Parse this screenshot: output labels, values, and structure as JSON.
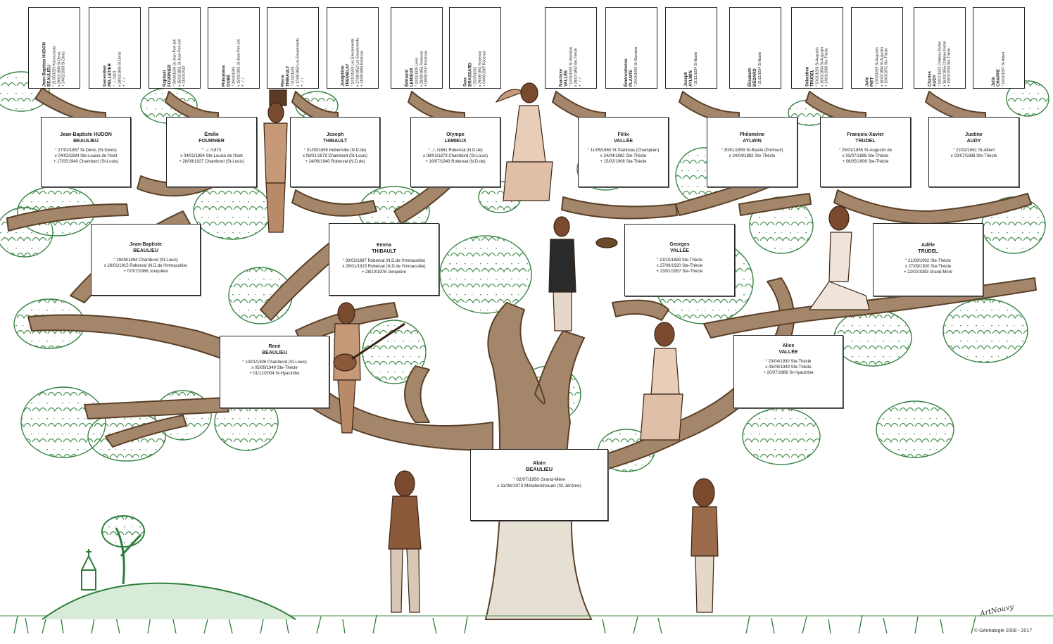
{
  "colors": {
    "trunk": "#a4876a",
    "foliage": "#2e7d3a",
    "box_border": "#222222",
    "skin": "#7a4a2e"
  },
  "boxes": {
    "root": {
      "name": "Alain",
      "surname": "BEAULIEU",
      "e1": "° 02/07/1950 Grand-Mère",
      "e2": "x 11/08/1973 Métabetchouan (St-Jérôme)"
    },
    "p_rene": {
      "name": "René",
      "surname": "BEAULIEU",
      "e1": "° 10/01/1926 Chambord (St-Louis)",
      "e2": "x 05/09/1949 Ste-Thècle",
      "e3": "+ 01/12/2004 St-Hyacinthe"
    },
    "p_alice": {
      "name": "Alice",
      "surname": "VALLÉE",
      "e1": "° 23/04/1930 Ste-Thècle",
      "e2": "x 05/09/1949 Ste-Thècle",
      "e3": "+ 20/07/1988 St-Hyacinthe"
    },
    "g_jb": {
      "name": "Jean-Baptiste",
      "surname": "BEAULIEU",
      "e1": "° 29/08/1894 Chambord (St-Louis)",
      "e2": "x 26/01/1915 Roberval (N.D.de l'Immaculée)",
      "e3": "+ 07/07/1966 Jonquière"
    },
    "g_emma": {
      "name": "Emma",
      "surname": "THIBAULT",
      "e1": "° 30/02/1897 Roberval (N.D.de l'Immaculée)",
      "e2": "x 26/01/1915 Roberval (N.D.de l'Immaculée)",
      "e3": "+ 28/10/1978 Jonquière"
    },
    "g_georges": {
      "name": "Georges",
      "surname": "VALLÉE",
      "e1": "° 13/10/1899 Ste-Thècle",
      "e2": "x 27/09/1920 Ste-Thècle",
      "e3": "+ 23/02/1957 Ste-Thècle"
    },
    "g_adele": {
      "name": "Adèle",
      "surname": "TRUDEL",
      "e1": "° 21/09/1902 Ste-Thècle",
      "e2": "x 27/09/1920 Ste-Thècle",
      "e3": "+ 22/02/1993 Grand-Mère"
    },
    "gg_jbh": {
      "name": "Jean-Baptiste HUDON",
      "surname": "BEAULIEU",
      "e1": "° 27/02/1857 St-Denis (St-Denis)",
      "e2": "x 04/02/1884 Ste-Louise de l'Islet",
      "e3": "+ 17/05/1940 Chambord (St-Louis)"
    },
    "gg_emilie": {
      "name": "Émilie",
      "surname": "FOURNIER",
      "e1": "° ../../1873",
      "e2": "x 04/02/1884 Ste-Louise de l'Islet",
      "e3": "+ 28/09/1927 Chambord (St-Louis)"
    },
    "gg_joseph": {
      "name": "Joseph",
      "surname": "THIBAULT",
      "e1": "° 01/09/1855 Hébertville (N.D.de)",
      "e2": "x 08/01/1879 Chambord (St-Louis)",
      "e3": "+ 24/06/1940 Roberval (N.D.de)"
    },
    "gg_olympe": {
      "name": "Olympe",
      "surname": "LEMIEUX",
      "e1": "° ../../1861 Roberval (N.D.de)",
      "e2": "x 08/01/1879 Chambord (St-Louis)",
      "e3": "+ 16/07/1943 Roberval (N.D.de)"
    },
    "gg_felix": {
      "name": "Félix",
      "surname": "VALLÉE",
      "e1": "° 11/05/1860 St-Stanislas (Champlain)",
      "e2": "x 24/04/1882 Ste-Thècle",
      "e3": "+ 15/02/1908 Ste-Thècle"
    },
    "gg_philomene": {
      "name": "Philomène",
      "surname": "AYLWIN",
      "e1": "° 30/01/1859 St-Basile (Portneuf)",
      "e2": "x 24/04/1882 Ste-Thècle"
    },
    "gg_francois": {
      "name": "François-Xavier",
      "surname": "TRUDEL",
      "e1": "° 29/01/1855 St-Augustin de",
      "e2": "x 03/07/1888 Ste-Thècle",
      "e3": "+ 06/05/1906 Ste-Thècle"
    },
    "gg_justine": {
      "name": "Justine",
      "surname": "AUDY",
      "e1": "° 22/02/1861 St-Albert",
      "e2": "x 03/07/1888 Ste-Thècle"
    }
  },
  "top_boxes": [
    {
      "name": "Jean-Baptiste HUDON",
      "surname": "BEAULIEU",
      "e1": "° 21/05/1820 Kamouraska",
      "e2": "x 28/01/1845 St-Denis",
      "e3": "+ 24/02/1903 St-Denis"
    },
    {
      "name": "Geneviève",
      "surname": "PELLETIER",
      "e1": "° ../../1821",
      "e2": "x 28/01/1845 St-Denis",
      "e3": "+ ../../"
    },
    {
      "name": "Raphaël",
      "surname": "FOURNIER",
      "e1": "° 08/08/1836 St-Jean-Port-Joli",
      "e2": "x 15/01/1861 St-Jean-Port-Joli",
      "e3": "+ 31/03/1912"
    },
    {
      "name": "Philomène",
      "surname": "DUBÉ",
      "e1": "° 09/04/1840",
      "e2": "x 15/01/1861 St-Jean-Port-Joli",
      "e3": "+ ../../"
    },
    {
      "name": "Pierre",
      "surname": "THIBAULT",
      "e1": "° 01/02/1829",
      "e2": "x 17/08/1852 Les Éboulements",
      "e3": "+ ../../"
    },
    {
      "name": "Joséphine",
      "surname": "TREMBLAY",
      "e1": "° 14/10/1833 Les Éboulements",
      "e2": "x 17/08/1852 Les Éboulements",
      "e3": "+ 21/09/1894 Roberval"
    },
    {
      "name": "Édouard",
      "surname": "LEMIEUX",
      "e1": "° 20/11/1829 Lévis",
      "e2": "x 29/09/1851 Roberval",
      "e3": "+ 08/08/1917 Roberval"
    },
    {
      "name": "Sara",
      "surname": "BRASSARD",
      "e1": "° 25/05/1832",
      "e2": "x 29/09/1851 Roberval",
      "e3": "+ 04/06/1907 Roberval"
    },
    {
      "name": "Narcisse",
      "surname": "VALLÉE",
      "e1": "° 14/06/1825 St-Stanislas",
      "e2": "x 28/07/1852 Ste-Thècle",
      "e3": "+ ../../"
    },
    {
      "name": "Émérentienne",
      "surname": "PLANTE",
      "e1": "° 24/04/1834 St-Stanislas",
      "e2": "",
      "e3": ""
    },
    {
      "name": "Joseph",
      "surname": "AYLWIN",
      "e1": "° 21/11/1834 St-Basile",
      "e2": "",
      "e3": ""
    },
    {
      "name": "Élisabeth",
      "surname": "BÉDARD",
      "e1": "° 21/11/1834 St-Basile",
      "e2": "",
      "e3": ""
    },
    {
      "name": "Sébastien",
      "surname": "TRUDEL",
      "e1": "° 10/01/1828 St-Augustin",
      "e2": "x 16/01/1854 St-Augustin",
      "e3": "+ 14/01/1906 Ste-Thècle"
    },
    {
      "name": "Julie",
      "surname": "PIET",
      "e1": "° 13/03/1829 St-Augustin",
      "e2": "x 16/01/1854 St-Augustin",
      "e3": "+ 16/03/1871 Ste-Thècle"
    },
    {
      "name": "Charles",
      "surname": "AUDY",
      "e1": "° 18/07/1831 Château-Richer",
      "e2": "x 16/01/1855 Château-Richer",
      "e3": "+ 19/03/1914 Ste-Thècle"
    },
    {
      "name": "Julie",
      "surname": "CHAPPE",
      "e1": "° 14/02/1837 St-Albert",
      "e2": "",
      "e3": ""
    }
  ],
  "signature": "ArtNouvy",
  "copyright": "© Généalogie 2008 - 2017"
}
